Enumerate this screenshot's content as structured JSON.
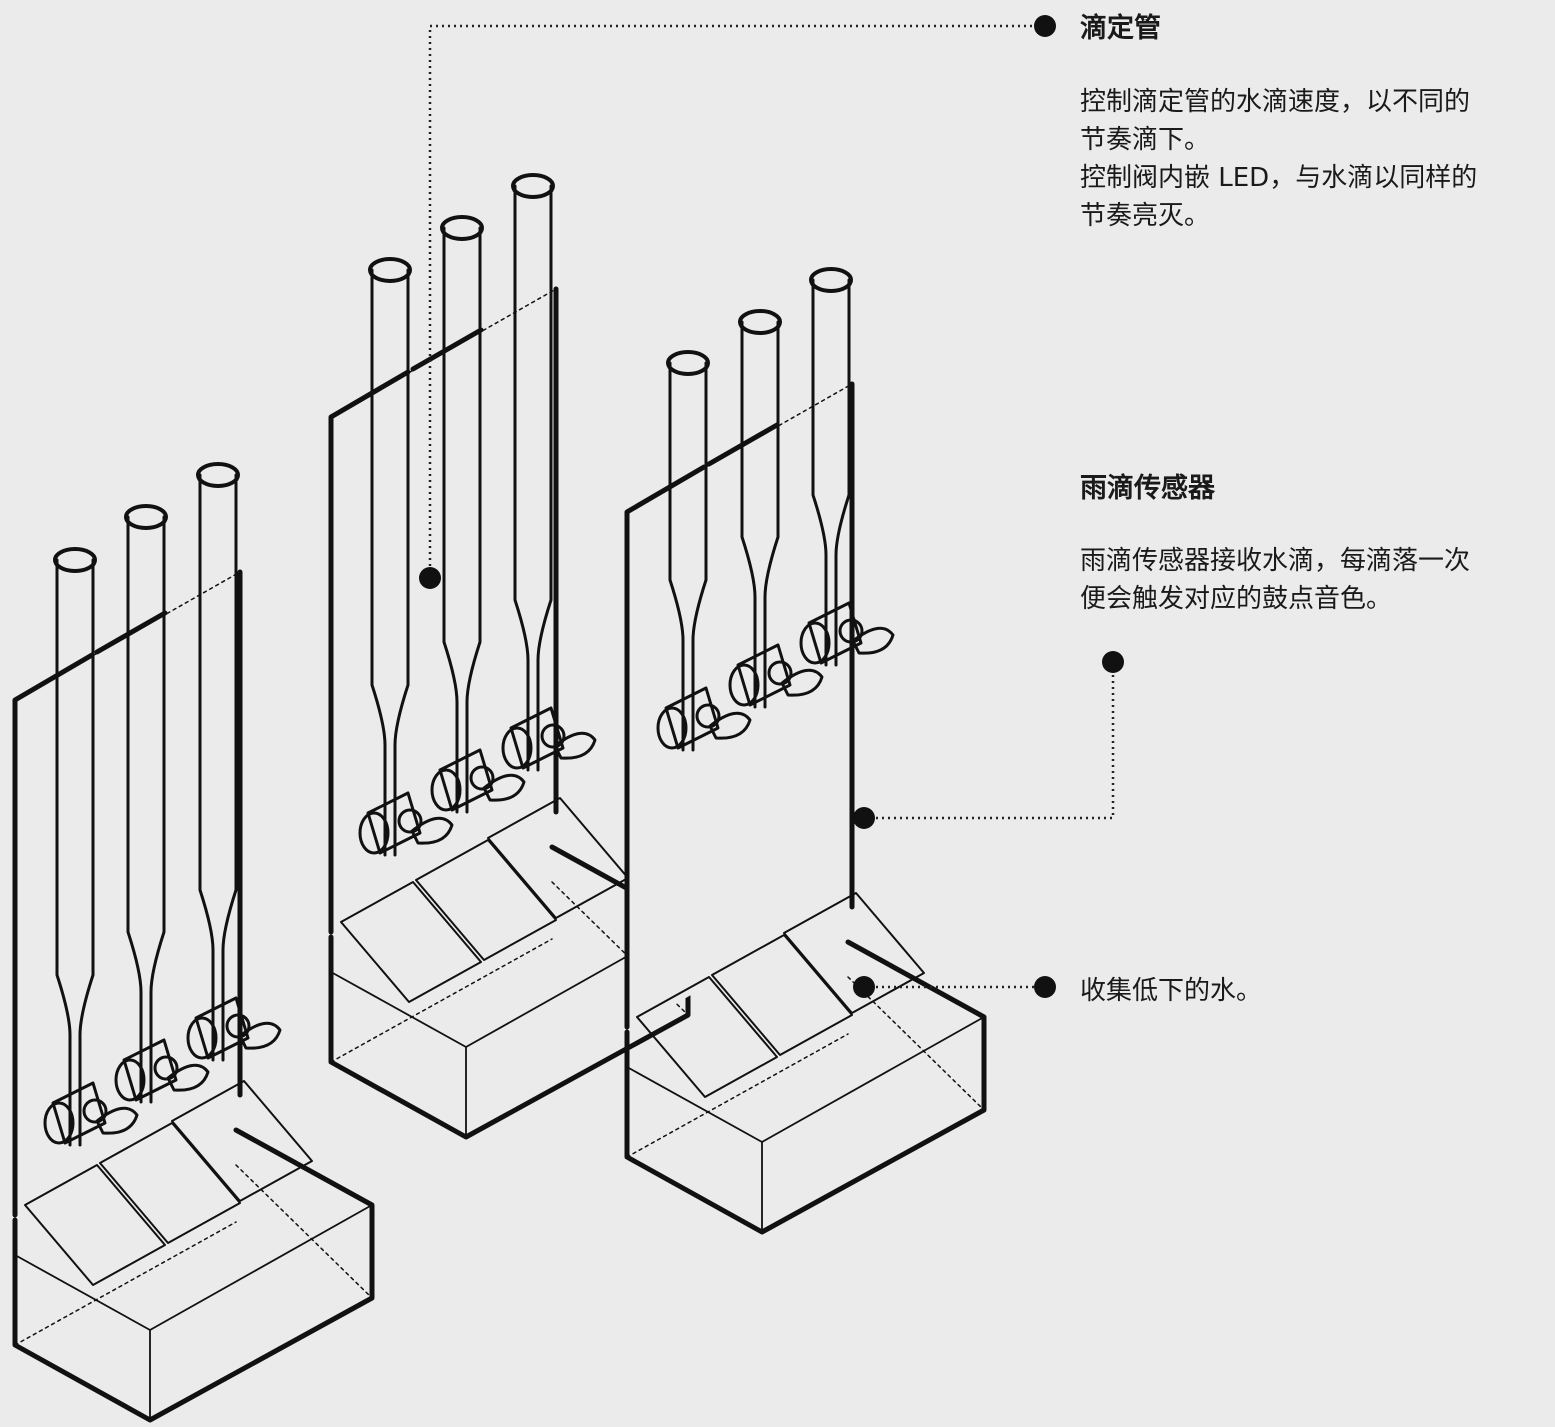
{
  "labels": {
    "burette": {
      "title": "滴定管",
      "description": "控制滴定管的水滴速度，以不同的\n节奏滴下。\n控制阀内嵌 LED，与水滴以同样的\n节奏亮灭。"
    },
    "sensor": {
      "title": "雨滴传感器",
      "description": "雨滴传感器接收水滴，每滴落一次\n便会触发对应的鼓点音色。"
    },
    "collector": {
      "description": "收集低下的水。"
    }
  },
  "colors": {
    "background": "#ebebeb",
    "line": "#111111",
    "fill": "#ebebeb"
  }
}
